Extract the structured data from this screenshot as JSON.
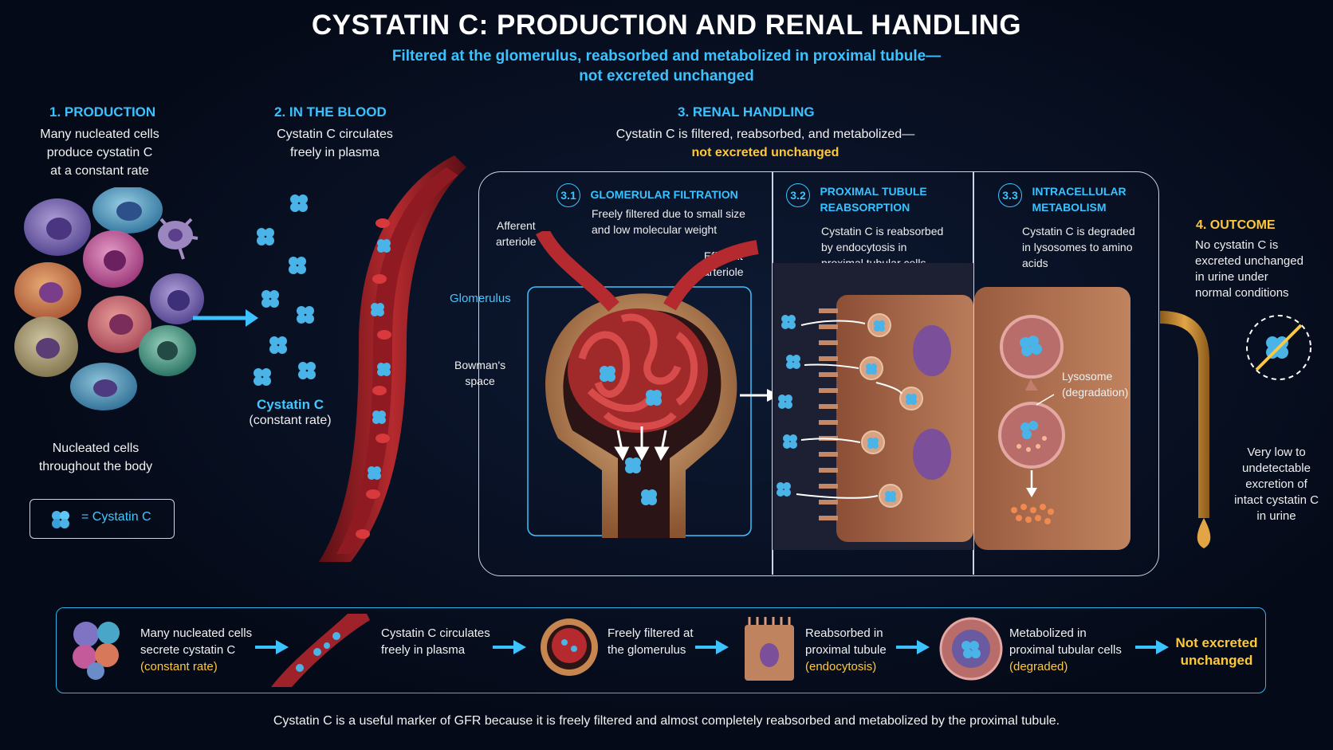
{
  "header": {
    "title": "CYSTATIN C: PRODUCTION AND RENAL HANDLING",
    "subtitle_line1": "Filtered at the glomerulus, reabsorbed and metabolized in proximal tubule—",
    "subtitle_line2": "not excreted unchanged"
  },
  "production": {
    "title": "1.  PRODUCTION",
    "text": [
      "Many nucleated cells",
      "produce cystatin C",
      "at a constant rate"
    ],
    "caption": [
      "Nucleated cells",
      "throughout the body"
    ]
  },
  "blood": {
    "title": "2.  IN THE BLOOD",
    "text": [
      "Cystatin C circulates",
      "freely in plasma"
    ],
    "label_title": "Cystatin C",
    "label_sub": "(constant rate)"
  },
  "legend": {
    "text": "= Cystatin C"
  },
  "renal": {
    "title": "3.  RENAL HANDLING",
    "text": "Cystatin C is filtered, reabsorbed, and metabolized—",
    "text_highlight": "not excreted unchanged",
    "glomerular": {
      "num": "3.1",
      "title": "GLOMERULAR FILTRATION",
      "text": [
        "Freely filtered due to small size",
        "and low molecular weight"
      ],
      "labels": {
        "afferent": [
          "Afferent",
          "arteriole"
        ],
        "efferent": [
          "Efferent",
          "arteriole"
        ],
        "glomerulus": "Glomerulus",
        "bowman": [
          "Bowman's",
          "space"
        ]
      }
    },
    "proximal": {
      "num": "3.2",
      "title": [
        "PROXIMAL TUBULE",
        "REABSORPTION"
      ],
      "text": [
        "Cystatin C is reabsorbed",
        "by endocytosis in",
        "proximal tubular cells"
      ]
    },
    "metabolism": {
      "num": "3.3",
      "title": [
        "INTRACELLULAR",
        "METABOLISM"
      ],
      "text": [
        "Cystatin C is degraded",
        "in lysosomes to amino",
        "acids"
      ],
      "lysosome": [
        "Lysosome",
        "(degradation)"
      ]
    }
  },
  "outcome": {
    "title": "4.  OUTCOME",
    "text": [
      "No cystatin C is",
      "excreted unchanged",
      "in urine under",
      "normal conditions"
    ],
    "caption": [
      "Very low to",
      "undetectable",
      "excretion of",
      "intact cystatin C",
      "in urine"
    ]
  },
  "flow": [
    {
      "lines": [
        "Many nucleated cells",
        "secrete cystatin C"
      ],
      "highlight": "(constant rate)"
    },
    {
      "lines": [
        "Cystatin C circulates",
        "freely in plasma"
      ],
      "highlight": ""
    },
    {
      "lines": [
        "Freely filtered at",
        "the glomerulus"
      ],
      "highlight": ""
    },
    {
      "lines": [
        "Reabsorbed in",
        "proximal tubule"
      ],
      "highlight": "(endocytosis)"
    },
    {
      "lines": [
        "Metabolized in",
        "proximal tubular cells"
      ],
      "highlight": "(degraded)"
    }
  ],
  "flow_final": [
    "Not excreted",
    "unchanged"
  ],
  "footer": "Cystatin C is a useful marker of GFR because it is freely filtered and almost completely reabsorbed and metabolized by the proximal tubule.",
  "colors": {
    "accent": "#3cc3ff",
    "highlight": "#ffc83a",
    "vessel": "#b52a2e",
    "tissue": "#a8674a"
  }
}
